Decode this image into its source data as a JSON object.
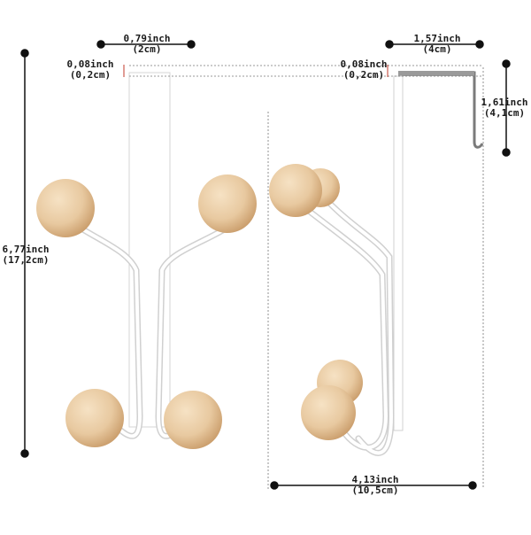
{
  "dimensions": {
    "top_width": {
      "inch": "0,79inch",
      "cm": "(2cm)"
    },
    "left_thickness": {
      "inch": "0,08inch",
      "cm": "(0,2cm)"
    },
    "right_thickness": {
      "inch": "0,08inch",
      "cm": "(0,2cm)"
    },
    "depth": {
      "inch": "1,57inch",
      "cm": "(4cm)"
    },
    "hook_drop": {
      "inch": "1,61inch",
      "cm": "(4,1cm)"
    },
    "height": {
      "inch": "6,77inch",
      "cm": "(17,2cm)"
    },
    "projection": {
      "inch": "4,13inch",
      "cm": "(10,5cm)"
    }
  },
  "colors": {
    "ball": "#e8c9a0",
    "ball_shade": "#c99c6a",
    "hanger": "#ffffff",
    "outline": "#c8c8c8",
    "dim_line": "#111111",
    "thin_mark": "#c0392b"
  }
}
